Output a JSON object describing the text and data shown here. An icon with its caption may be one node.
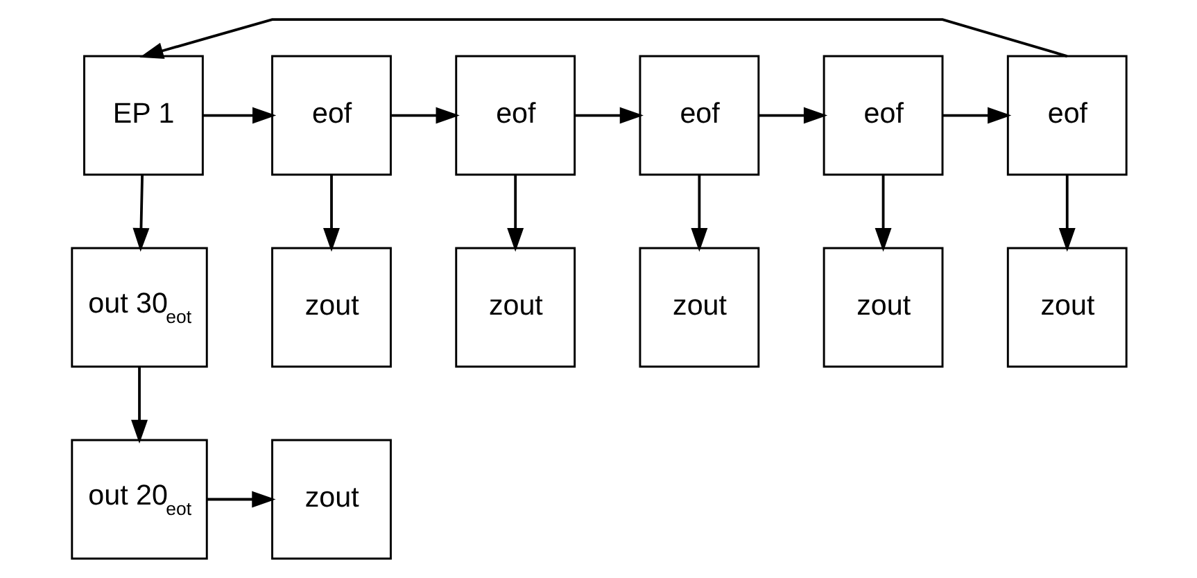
{
  "diagram": {
    "nodes": [
      {
        "text": [
          "EP 1"
        ]
      },
      {
        "text": [
          "eof"
        ]
      },
      {
        "text": [
          "eof"
        ]
      },
      {
        "text": [
          "eof"
        ]
      },
      {
        "text": [
          "eof"
        ]
      },
      {
        "text": [
          "eof"
        ]
      },
      {
        "text": [
          "out 30$_{eot}$"
        ]
      },
      {
        "text": [
          "zout"
        ]
      },
      {
        "text": [
          "zout"
        ]
      },
      {
        "text": [
          "zout"
        ]
      },
      {
        "text": [
          "zout"
        ]
      },
      {
        "text": [
          "zout"
        ]
      },
      {
        "text": [
          "out 20$_{eot}$"
        ]
      },
      {
        "text": [
          "zout"
        ]
      }
    ],
    "edges": [
      {
        "from": 0,
        "to": 1,
        "arrow": "to"
      },
      {
        "from": 1,
        "to": 2,
        "arrow": "to"
      },
      {
        "from": 2,
        "to": 3,
        "arrow": "to"
      },
      {
        "from": 3,
        "to": 4,
        "arrow": "to"
      },
      {
        "from": 4,
        "to": 5,
        "arrow": "to"
      },
      {
        "from": 5,
        "to": 0,
        "arrow": "to"
      },
      {
        "from": 0,
        "to": 6,
        "arrow": "to"
      },
      {
        "from": 1,
        "to": 7,
        "arrow": "to"
      },
      {
        "from": 2,
        "to": 8,
        "arrow": "to"
      },
      {
        "from": 3,
        "to": 9,
        "arrow": "to"
      },
      {
        "from": 4,
        "to": 10,
        "arrow": "to"
      },
      {
        "from": 5,
        "to": 11,
        "arrow": "to"
      },
      {
        "from": 6,
        "to": 12,
        "arrow": "to"
      },
      {
        "from": 12,
        "to": 13,
        "arrow": "to"
      }
    ]
  }
}
